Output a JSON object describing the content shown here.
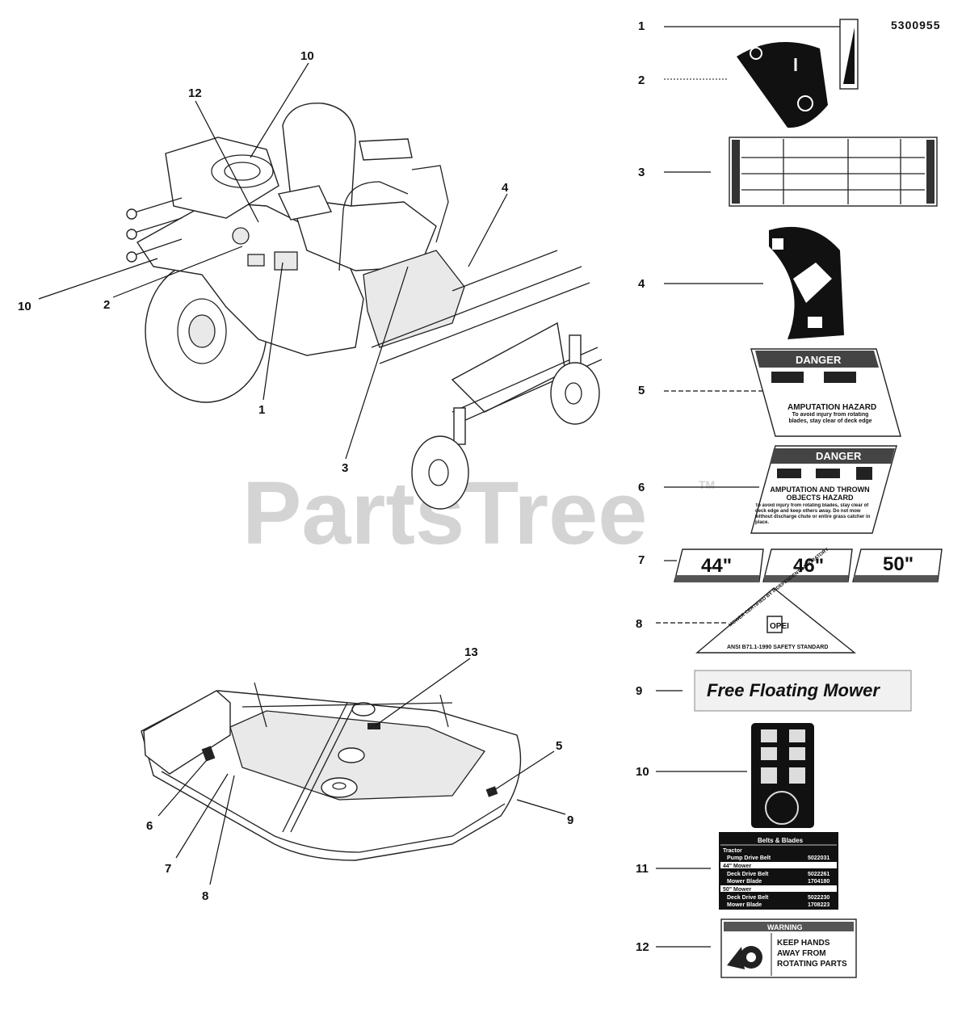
{
  "document_number": "5300955",
  "watermark": {
    "text": "PartsTree",
    "trademark": "TM"
  },
  "mower_callouts": [
    "10",
    "12",
    "4",
    "10",
    "2",
    "1",
    "3"
  ],
  "deck_callouts": [
    "13",
    "5",
    "9",
    "6",
    "7",
    "8"
  ],
  "legend": [
    {
      "num": "1"
    },
    {
      "num": "2"
    },
    {
      "num": "3"
    },
    {
      "num": "4"
    },
    {
      "num": "5",
      "header": "DANGER",
      "title": "AMPUTATION HAZARD",
      "body": "To avoid injury from rotating blades, stay clear of deck edge"
    },
    {
      "num": "6",
      "header": "DANGER",
      "title": "AMPUTATION AND THROWN OBJECTS HAZARD",
      "body": "To avoid injury from rotating blades, stay clear of deck edge and keep others away. Do not mow without discharge chute or entire grass catcher in place."
    },
    {
      "num": "7",
      "sizes": [
        "44\"",
        "46\"",
        "50\""
      ]
    },
    {
      "num": "8",
      "top_text": "MOWER CERTIFIED BY INDEPENDENT LABORATORY",
      "bottom_text": "ANSI B71.1-1990 SAFETY STANDARD",
      "logo": "OPEI"
    },
    {
      "num": "9",
      "text": "Free Floating Mower"
    },
    {
      "num": "10"
    },
    {
      "num": "11",
      "title": "Belts & Blades",
      "rows": [
        {
          "section": "Tractor"
        },
        {
          "item": "Pump Drive Belt",
          "part": "5022031"
        },
        {
          "section": "44\" Mower"
        },
        {
          "item": "Deck Drive Belt",
          "part": "5022261"
        },
        {
          "item": "Mower Blade",
          "part": "1704180"
        },
        {
          "section": "50\" Mower"
        },
        {
          "item": "Deck Drive Belt",
          "part": "5022230"
        },
        {
          "item": "Mower Blade",
          "part": "1708223"
        }
      ]
    },
    {
      "num": "12",
      "header": "WARNING",
      "lines": [
        "KEEP HANDS",
        "AWAY FROM",
        "ROTATING PARTS"
      ]
    }
  ]
}
